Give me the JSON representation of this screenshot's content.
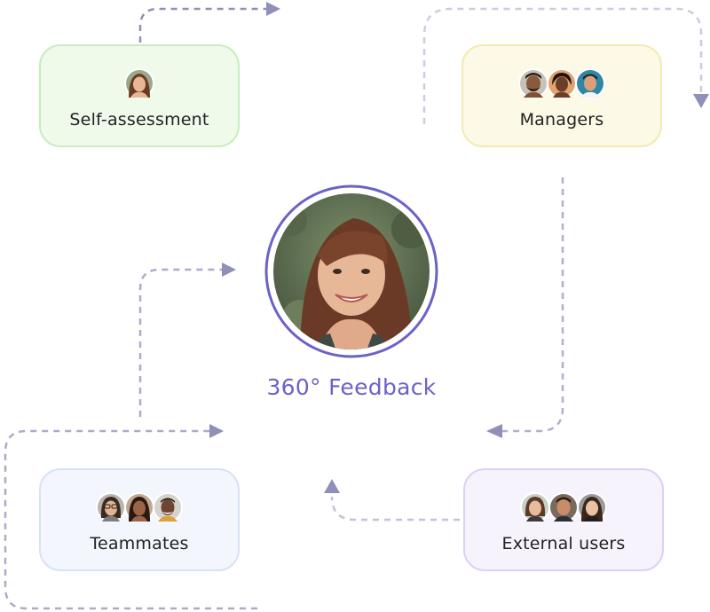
{
  "center": {
    "title": "360° Feedback",
    "photo_icon": "person-portrait-icon"
  },
  "cards": {
    "self": {
      "label": "Self-assessment",
      "avatar_count": 1
    },
    "managers": {
      "label": "Managers",
      "avatar_count": 3
    },
    "teammates": {
      "label": "Teammates",
      "avatar_count": 3
    },
    "external": {
      "label": "External users",
      "avatar_count": 3
    }
  },
  "colors": {
    "accent": "#6b62c9",
    "arrow": "#8f8fb8",
    "self_bg": "#effaeb",
    "managers_bg": "#fcf9e6",
    "teammates_bg": "#f3f6fd",
    "external_bg": "#f7f3fd"
  }
}
